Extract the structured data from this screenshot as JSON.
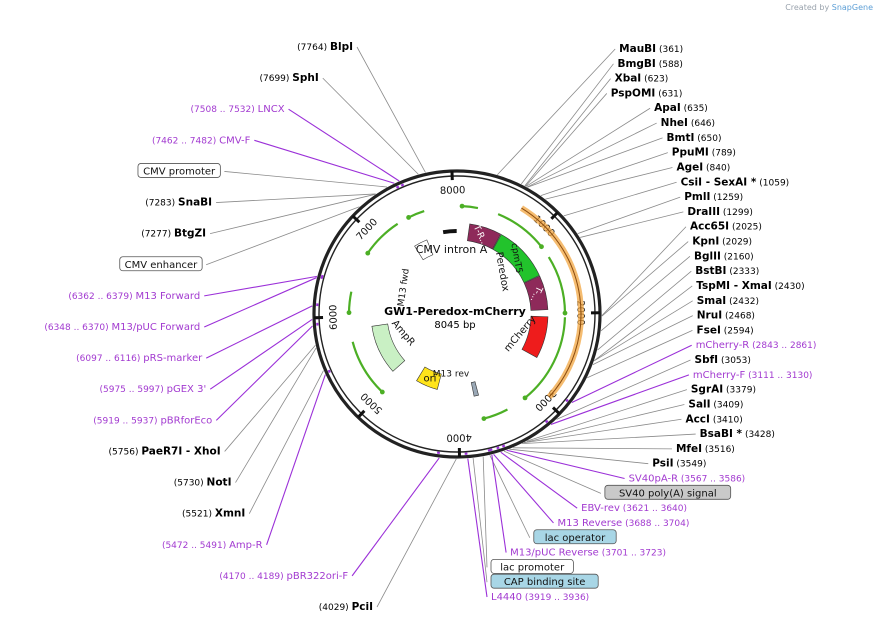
{
  "app": {
    "credit_prefix": "Created by",
    "credit_brand": "SnapGene"
  },
  "plasmid": {
    "name": "GW1-Peredox-mCherry",
    "size_label": "8045 bp",
    "length": 8045
  },
  "ticks": [
    {
      "pos": 1000,
      "label": "1000"
    },
    {
      "pos": 2000,
      "label": "2000"
    },
    {
      "pos": 3000,
      "label": "3000"
    },
    {
      "pos": 4000,
      "label": "4000"
    },
    {
      "pos": 5000,
      "label": "5000"
    },
    {
      "pos": 6000,
      "label": "6000"
    },
    {
      "pos": 7000,
      "label": "7000"
    },
    {
      "pos": 8000,
      "label": "8000"
    }
  ],
  "features": [
    {
      "name": "CMV intron A",
      "start": 7830,
      "end": 8040,
      "color": "#000000",
      "kind": "arc"
    },
    {
      "name": "T-R...",
      "start": 150,
      "end": 640,
      "color": "#8e2a5a",
      "kind": "arrow"
    },
    {
      "name": "cpmT5",
      "start": 650,
      "end": 1450,
      "color": "#22c32c",
      "kind": "arrow"
    },
    {
      "name": "T-...",
      "start": 1460,
      "end": 1950,
      "color": "#8e2a5a",
      "kind": "arrow"
    },
    {
      "name": "Peredox",
      "start": 150,
      "end": 1950,
      "color": "#000000",
      "kind": "label"
    },
    {
      "name": "mCherry",
      "start": 2000,
      "end": 2700,
      "color": "#ee1c1c",
      "kind": "arrow"
    },
    {
      "name": "AmpR",
      "start": 5880,
      "end": 5070,
      "color": "#c9f0c4",
      "kind": "arrow"
    },
    {
      "name": "ori",
      "start": 4750,
      "end": 4300,
      "color": "#ffe41a",
      "kind": "arrow"
    },
    {
      "name": "M13 fwd",
      "start": 6620,
      "end": 6580,
      "color": "#8e2ac0",
      "kind": "primer"
    },
    {
      "name": "M13 rev",
      "start": 3700,
      "end": 3720,
      "color": "#8e2ac0",
      "kind": "primer"
    }
  ],
  "left_labels": [
    {
      "pos": 7764,
      "num": "(7764)",
      "name": "BlpI",
      "kind": "enzyme"
    },
    {
      "pos": 7699,
      "num": "(7699)",
      "name": "SphI",
      "kind": "enzyme"
    },
    {
      "pos": 7520,
      "num": "(7508 .. 7532)",
      "name": "LNCX",
      "kind": "primer"
    },
    {
      "pos": 7472,
      "num": "(7462 .. 7482)",
      "name": "CMV-F",
      "kind": "primer"
    },
    {
      "pos": 7400,
      "num": "",
      "name": "CMV promoter",
      "kind": "box"
    },
    {
      "pos": 7283,
      "num": "(7283)",
      "name": "SnaBI",
      "kind": "enzyme"
    },
    {
      "pos": 7277,
      "num": "(7277)",
      "name": "BtgZI",
      "kind": "enzyme"
    },
    {
      "pos": 7100,
      "num": "",
      "name": "CMV enhancer",
      "kind": "box"
    },
    {
      "pos": 6370,
      "num": "(6362 .. 6379)",
      "name": "M13 Forward",
      "kind": "primer"
    },
    {
      "pos": 6359,
      "num": "(6348 .. 6370)",
      "name": "M13/pUC Forward",
      "kind": "primer"
    },
    {
      "pos": 6106,
      "num": "(6097 .. 6116)",
      "name": "pRS-marker",
      "kind": "primer"
    },
    {
      "pos": 5986,
      "num": "(5975 .. 5997)",
      "name": "pGEX 3'",
      "kind": "primer"
    },
    {
      "pos": 5928,
      "num": "(5919 .. 5937)",
      "name": "pBRforEco",
      "kind": "primer"
    },
    {
      "pos": 5756,
      "num": "(5756)",
      "name": "PaeR7I  - XhoI",
      "kind": "enzyme"
    },
    {
      "pos": 5730,
      "num": "(5730)",
      "name": "NotI",
      "kind": "enzyme"
    },
    {
      "pos": 5521,
      "num": "(5521)",
      "name": "XmnI",
      "kind": "enzyme"
    },
    {
      "pos": 5481,
      "num": "(5472 .. 5491)",
      "name": "Amp-R",
      "kind": "primer"
    },
    {
      "pos": 4180,
      "num": "(4170 .. 4189)",
      "name": "pBR322ori-F",
      "kind": "primer"
    },
    {
      "pos": 4029,
      "num": "(4029)",
      "name": "PciI",
      "kind": "enzyme"
    }
  ],
  "right_labels": [
    {
      "pos": 361,
      "name": "MauBI",
      "num": "(361)",
      "kind": "enzyme"
    },
    {
      "pos": 588,
      "name": "BmgBI",
      "num": "(588)",
      "kind": "enzyme"
    },
    {
      "pos": 623,
      "name": "XbaI",
      "num": "(623)",
      "kind": "enzyme"
    },
    {
      "pos": 631,
      "name": "PspOMI",
      "num": "(631)",
      "kind": "enzyme"
    },
    {
      "pos": 635,
      "name": "ApaI",
      "num": "(635)",
      "kind": "enzyme"
    },
    {
      "pos": 646,
      "name": "NheI",
      "num": "(646)",
      "kind": "enzyme"
    },
    {
      "pos": 650,
      "name": "BmtI",
      "num": "(650)",
      "kind": "enzyme"
    },
    {
      "pos": 789,
      "name": "PpuMI",
      "num": "(789)",
      "kind": "enzyme"
    },
    {
      "pos": 840,
      "name": "AgeI",
      "num": "(840)",
      "kind": "enzyme"
    },
    {
      "pos": 1059,
      "name": "CsiI  - SexAI *",
      "num": "(1059)",
      "kind": "enzyme"
    },
    {
      "pos": 1259,
      "name": "PmlI",
      "num": "(1259)",
      "kind": "enzyme"
    },
    {
      "pos": 1299,
      "name": "DraIII",
      "num": "(1299)",
      "kind": "enzyme"
    },
    {
      "pos": 2025,
      "name": "Acc65I",
      "num": "(2025)",
      "kind": "enzyme"
    },
    {
      "pos": 2029,
      "name": "KpnI",
      "num": "(2029)",
      "kind": "enzyme"
    },
    {
      "pos": 2160,
      "name": "BglII",
      "num": "(2160)",
      "kind": "enzyme"
    },
    {
      "pos": 2333,
      "name": "BstBI",
      "num": "(2333)",
      "kind": "enzyme"
    },
    {
      "pos": 2430,
      "name": "TspMI  - XmaI",
      "num": "(2430)",
      "kind": "enzyme"
    },
    {
      "pos": 2432,
      "name": "SmaI",
      "num": "(2432)",
      "kind": "enzyme"
    },
    {
      "pos": 2468,
      "name": "NruI",
      "num": "(2468)",
      "kind": "enzyme"
    },
    {
      "pos": 2594,
      "name": "FseI",
      "num": "(2594)",
      "kind": "enzyme"
    },
    {
      "pos": 2852,
      "name": "mCherry-R",
      "num": "(2843 .. 2861)",
      "kind": "primer"
    },
    {
      "pos": 3053,
      "name": "SbfI",
      "num": "(3053)",
      "kind": "enzyme"
    },
    {
      "pos": 3120,
      "name": "mCherry-F",
      "num": "(3111 .. 3130)",
      "kind": "primer"
    },
    {
      "pos": 3379,
      "name": "SgrAI",
      "num": "(3379)",
      "kind": "enzyme"
    },
    {
      "pos": 3409,
      "name": "SalI",
      "num": "(3409)",
      "kind": "enzyme"
    },
    {
      "pos": 3410,
      "name": "AccI",
      "num": "(3410)",
      "kind": "enzyme"
    },
    {
      "pos": 3428,
      "name": "BsaBI *",
      "num": "(3428)",
      "kind": "enzyme"
    },
    {
      "pos": 3516,
      "name": "MfeI",
      "num": "(3516)",
      "kind": "enzyme"
    },
    {
      "pos": 3549,
      "name": "PsiI",
      "num": "(3549)",
      "kind": "enzyme"
    },
    {
      "pos": 3576,
      "name": "SV40pA-R",
      "num": "(3567 .. 3586)",
      "kind": "primer"
    },
    {
      "pos": 3600,
      "name": "SV40 poly(A) signal",
      "num": "",
      "kind": "box-gray"
    },
    {
      "pos": 3630,
      "name": "EBV-rev",
      "num": "(3621 .. 3640)",
      "kind": "primer"
    },
    {
      "pos": 3696,
      "name": "M13 Reverse",
      "num": "(3688 .. 3704)",
      "kind": "primer"
    },
    {
      "pos": 3730,
      "name": "lac operator",
      "num": "",
      "kind": "box-blue"
    },
    {
      "pos": 3712,
      "name": "M13/pUC Reverse",
      "num": "(3701 .. 3723)",
      "kind": "primer"
    },
    {
      "pos": 3790,
      "name": "lac promoter",
      "num": "",
      "kind": "box"
    },
    {
      "pos": 3880,
      "name": "CAP binding site",
      "num": "",
      "kind": "box-blue"
    },
    {
      "pos": 3927,
      "name": "L4440",
      "num": "(3919 .. 3936)",
      "kind": "primer"
    }
  ],
  "colors": {
    "enzyme": "#000000",
    "primer": "#a23ad0",
    "leader": "#8a8a8a",
    "primer_leader": "#9b30d8",
    "box_blue": "#a8d6e6",
    "box_gray": "#c9c9c9"
  }
}
